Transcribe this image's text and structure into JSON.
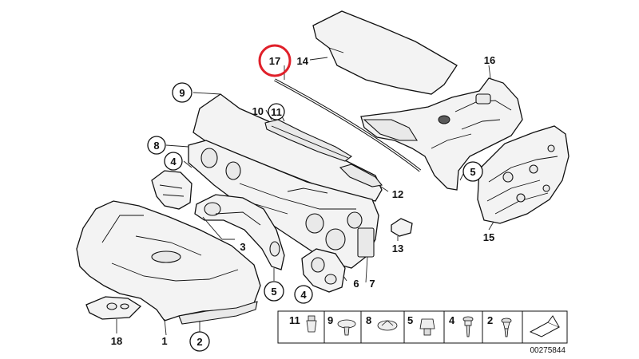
{
  "callouts": {
    "c1": "1",
    "c2": "2",
    "c3": "3",
    "c4a": "4",
    "c4b": "4",
    "c5a": "5",
    "c5b": "5",
    "c6": "6",
    "c7": "7",
    "c8": "8",
    "c9": "9",
    "c10": "10",
    "c11": "11",
    "c12": "12",
    "c13": "13",
    "c14": "14",
    "c15": "15",
    "c16": "16",
    "c17": "17",
    "c18": "18"
  },
  "highlight_color": "#e0202a",
  "legend": {
    "i11": "11",
    "i9": "9",
    "i8": "8",
    "i5": "5",
    "i4": "4",
    "i2": "2"
  },
  "ref_number": "00275844"
}
